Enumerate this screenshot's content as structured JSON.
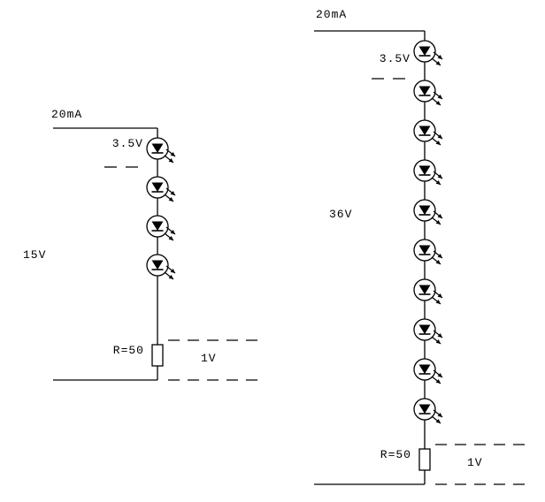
{
  "diagram": {
    "description_type": "led-series-circuit-schematics",
    "ink_color": "#000000",
    "background_color": "#ffffff",
    "circuits": [
      {
        "id": "left",
        "current_label": "20mA",
        "led_forward_voltage_label": "3.5V",
        "supply_voltage_label": "15V",
        "led_count": 4,
        "resistor_label": "R=50",
        "resistor_voltage_label": "1V"
      },
      {
        "id": "right",
        "current_label": "20mA",
        "led_forward_voltage_label": "3.5V",
        "supply_voltage_label": "36V",
        "led_count": 10,
        "resistor_label": "R=50",
        "resistor_voltage_label": "1V"
      }
    ]
  }
}
